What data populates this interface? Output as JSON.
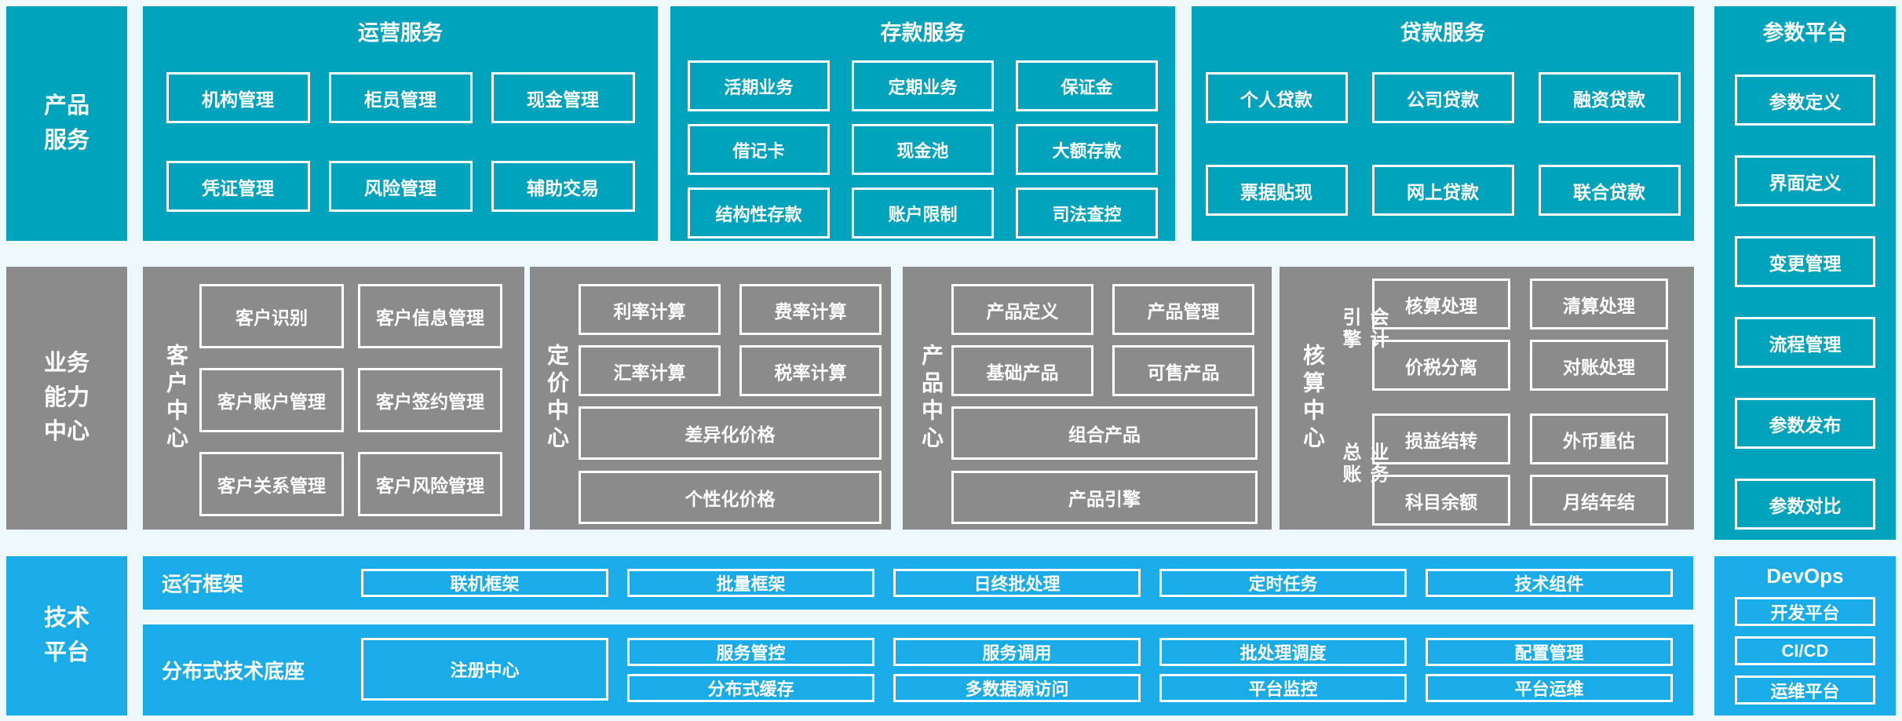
{
  "colors": {
    "teal": "#00a3bc",
    "gray": "#8b8b8b",
    "blue": "#19ace8",
    "page_bg": "#eef7f9",
    "box_border": "#ffffff",
    "text": "#ffffff"
  },
  "rails": {
    "product": {
      "label": "产品\n服务"
    },
    "business": {
      "label": "业务\n能力\n中心"
    },
    "tech": {
      "label": "技术\n平台"
    }
  },
  "operations": {
    "title": "运营服务",
    "items": [
      "机构管理",
      "柜员管理",
      "现金管理",
      "凭证管理",
      "风险管理",
      "辅助交易"
    ]
  },
  "deposit": {
    "title": "存款服务",
    "items": [
      "活期业务",
      "定期业务",
      "保证金",
      "借记卡",
      "现金池",
      "大额存款",
      "结构性存款",
      "账户限制",
      "司法查控"
    ]
  },
  "loan": {
    "title": "贷款服务",
    "items": [
      "个人贷款",
      "公司贷款",
      "融资贷款",
      "票据贴现",
      "网上贷款",
      "联合贷款"
    ]
  },
  "param_platform": {
    "title": "参数平台",
    "items": [
      "参数定义",
      "界面定义",
      "变更管理",
      "流程管理",
      "参数发布",
      "参数对比"
    ]
  },
  "customer_center": {
    "label": "客户中心",
    "items": [
      "客户识别",
      "客户信息管理",
      "客户账户管理",
      "客户签约管理",
      "客户关系管理",
      "客户风险管理"
    ]
  },
  "pricing_center": {
    "label": "定价中心",
    "grid_items": [
      "利率计算",
      "费率计算",
      "汇率计算",
      "税率计算"
    ],
    "wide_items": [
      "差异化价格",
      "个性化价格"
    ]
  },
  "product_center": {
    "label": "产品中心",
    "grid_items": [
      "产品定义",
      "产品管理",
      "基础产品",
      "可售产品"
    ],
    "wide_items": [
      "组合产品",
      "产品引擎"
    ]
  },
  "accounting_center": {
    "label": "核算中心",
    "groups": [
      {
        "label": "会计引擎",
        "items": [
          "核算处理",
          "清算处理",
          "价税分离",
          "对账处理"
        ]
      },
      {
        "label": "业务总账",
        "items": [
          "损益结转",
          "外币重估",
          "科目余额",
          "月结年结"
        ]
      }
    ]
  },
  "runtime_framework": {
    "label": "运行框架",
    "items": [
      "联机框架",
      "批量框架",
      "日终批处理",
      "定时任务",
      "技术组件"
    ]
  },
  "distributed_base": {
    "label": "分布式技术底座",
    "registry": "注册中心",
    "items": [
      "服务管控",
      "服务调用",
      "批处理调度",
      "配置管理",
      "分布式缓存",
      "多数据源访问",
      "平台监控",
      "平台运维"
    ]
  },
  "devops": {
    "title": "DevOps",
    "items": [
      "开发平台",
      "CI/CD",
      "运维平台"
    ]
  }
}
